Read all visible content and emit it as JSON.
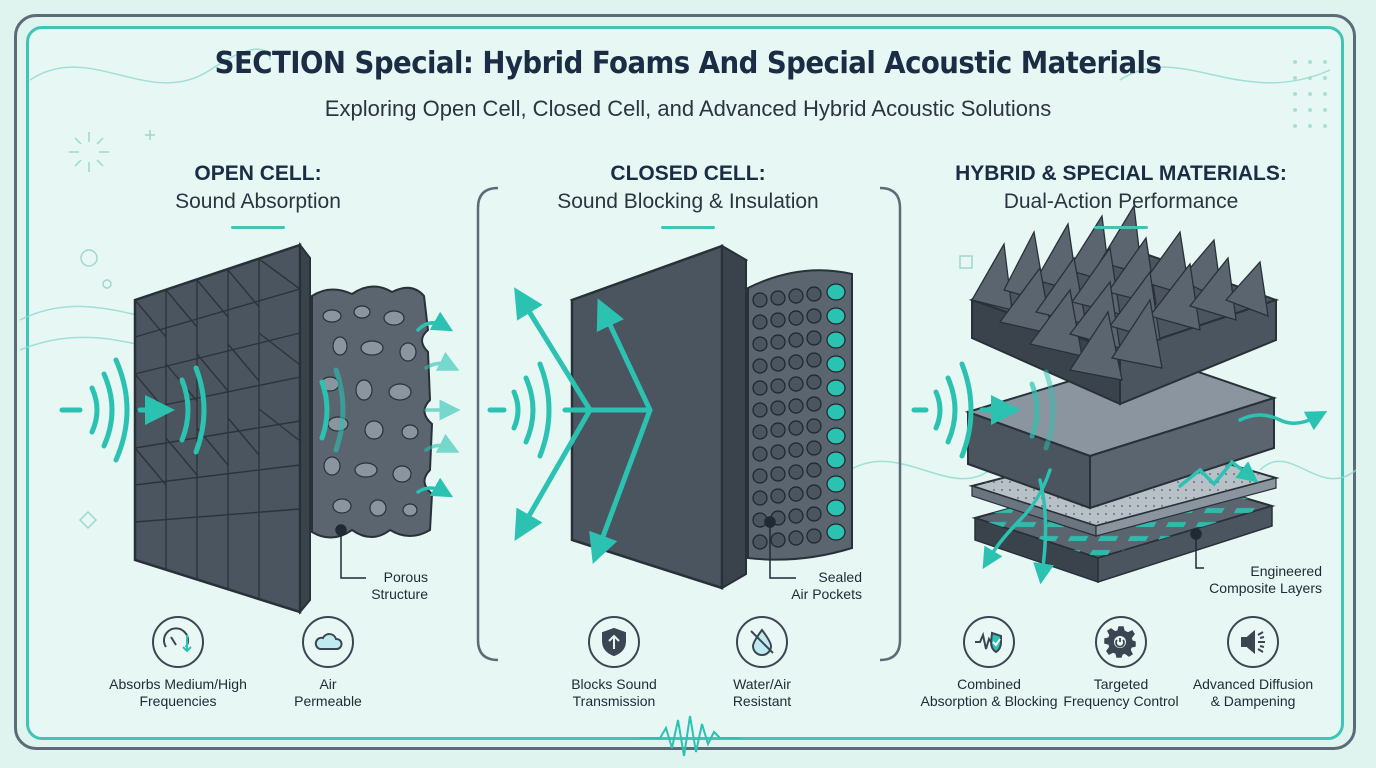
{
  "title": "SECTION Special: Hybrid Foams And Special Acoustic Materials",
  "subtitle": "Exploring Open Cell, Closed Cell, and Advanced Hybrid Acoustic Solutions",
  "columns": [
    {
      "heading": "OPEN CELL:",
      "subheading": "Sound Absorption",
      "callout": "Porous\nStructure",
      "features": [
        {
          "icon": "speedometer-down-icon",
          "label": "Absorbs Medium/High\nFrequencies"
        },
        {
          "icon": "cloud-icon",
          "label": "Air\nPermeable"
        }
      ]
    },
    {
      "heading": "CLOSED CELL:",
      "subheading": "Sound Blocking & Insulation",
      "callout": "Sealed\nAir Pockets",
      "features": [
        {
          "icon": "shield-arrow-icon",
          "label": "Blocks Sound\nTransmission"
        },
        {
          "icon": "water-drop-crossed-icon",
          "label": "Water/Air\nResistant"
        }
      ]
    },
    {
      "heading": "HYBRID & SPECIAL MATERIALS:",
      "subheading": "Dual-Action Performance",
      "callout": "Engineered\nComposite Layers",
      "features": [
        {
          "icon": "waveform-check-icon",
          "label": "Combined\nAbsorption & Blocking"
        },
        {
          "icon": "gear-power-icon",
          "label": "Targeted\nFrequency Control"
        },
        {
          "icon": "speaker-waves-icon",
          "label": "Advanced Diffusion\n& Dampening"
        }
      ]
    }
  ],
  "colors": {
    "teal": "#2cc2b2",
    "dark_foam": "#4a5560",
    "navy": "#1b2d45",
    "background": "#e6f7f4"
  }
}
